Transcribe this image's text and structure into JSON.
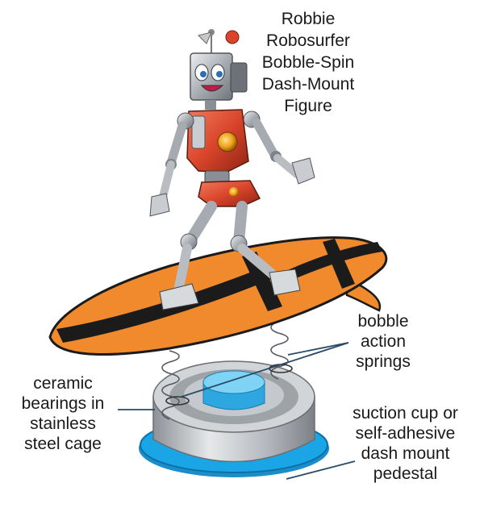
{
  "title_lines": [
    "Robbie",
    "Robosurfer",
    "Bobble-Spin",
    "Dash-Mount",
    "Figure"
  ],
  "labels": {
    "springs": [
      "bobble",
      "action",
      "springs"
    ],
    "bearings": [
      "ceramic",
      "bearings in",
      "stainless",
      "steel cage"
    ],
    "pedestal": [
      "suction cup or",
      "self-adhesive",
      "dash mount",
      "pedestal"
    ]
  },
  "colors": {
    "board_orange": "#f08a2c",
    "board_stripe": "#1b1b1b",
    "pedestal_blue": "#1aa6e6",
    "hub_blue": "#4fc3f0",
    "bearing_steel": "#c9ccd0",
    "robot_red": "#d9452b",
    "robot_silver": "#b8bcc2",
    "callout_line": "#2a4a66"
  }
}
